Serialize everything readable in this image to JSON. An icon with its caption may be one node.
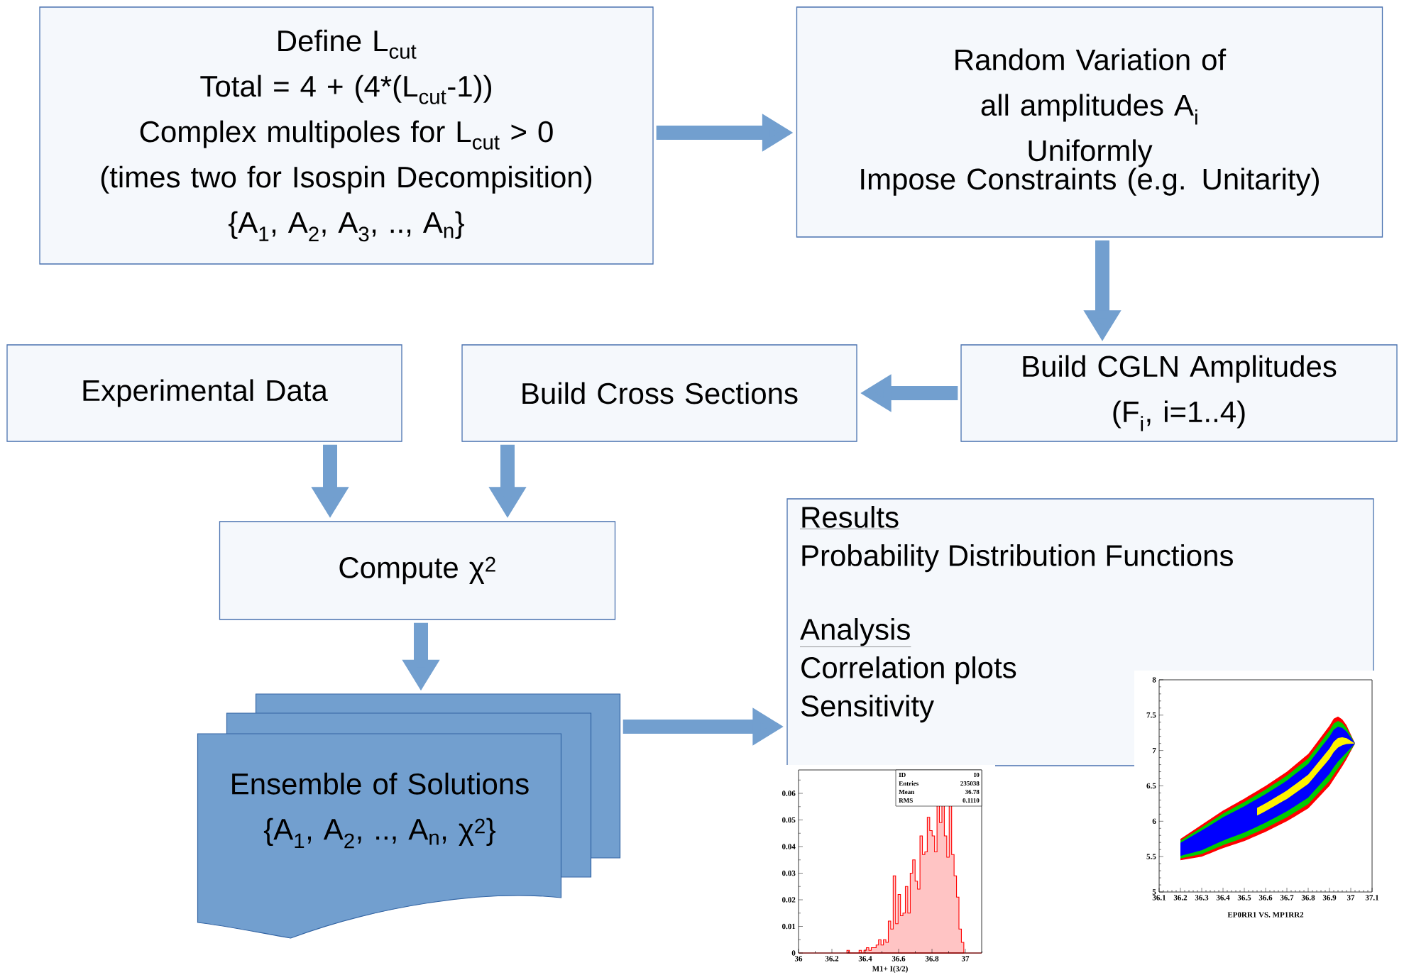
{
  "diagram": {
    "nodes": [
      {
        "text": [
          "Define L$_{cut}$",
          "Total = 4 + (4*(L$_{cut}$-1)) Complex multipoles for L$_{cut}$ > 0",
          "(times two for Isospin Decompisition)",
          "{A$_{1}$, A$_{2}$, A$_{3}$, .., A$_{n}$}"
        ]
      },
      {
        "text": [
          "Random Variation of all amplitudes A$_{i}$ Uniformly",
          "Impose Constraints (e.g. Unitarity)"
        ]
      },
      {
        "text": [
          "Build CGLN Amplitudes (F$_{i}$, i=1..4)"
        ]
      },
      {
        "text": [
          "Build Cross Sections"
        ]
      },
      {
        "text": [
          "Experimental Data"
        ]
      },
      {
        "text": [
          "Compute χ$^{2}$"
        ]
      },
      {
        "text": [
          "Ensemble of Solutions",
          "{A$_{1}$, A$_{2}$, .., A$_{n}$, χ$^{2}$}"
        ]
      },
      {
        "text": [
          "Results",
          "Probability Distribution Functions",
          "Analysis",
          "Correlation plots",
          "Sensitivity"
        ]
      }
    ],
    "edges": [
      {
        "from": 0,
        "to": 1,
        "arrow": "to"
      },
      {
        "from": 1,
        "to": 2,
        "arrow": "to"
      },
      {
        "from": 2,
        "to": 3,
        "arrow": "to"
      },
      {
        "from": 4,
        "to": 5,
        "arrow": "to"
      },
      {
        "from": 3,
        "to": 5,
        "arrow": "to"
      },
      {
        "from": 5,
        "to": 6,
        "arrow": "to"
      },
      {
        "from": 6,
        "to": 7,
        "arrow": "to"
      }
    ],
    "labels": [
      "ID",
      "I0",
      "Entries",
      "235038",
      "Mean",
      "36.78",
      "RMS",
      "0.1110",
      "0.06",
      "0.05",
      "0.04",
      "0.03",
      "0.02",
      "0.01",
      "0",
      "36",
      "36.2",
      "36.4",
      "36.6",
      "36.8",
      "37",
      "M1+ I(3/2)",
      "8",
      "7.5",
      "7",
      "6.5",
      "6",
      "5.5",
      "5",
      "36.1",
      "36.2",
      "36.3",
      "36.4",
      "36.5",
      "36.6",
      "36.7",
      "36.8",
      "36.9",
      "37",
      "37.1",
      "EP0RR1 VS. MP1RR2"
    ]
  }
}
